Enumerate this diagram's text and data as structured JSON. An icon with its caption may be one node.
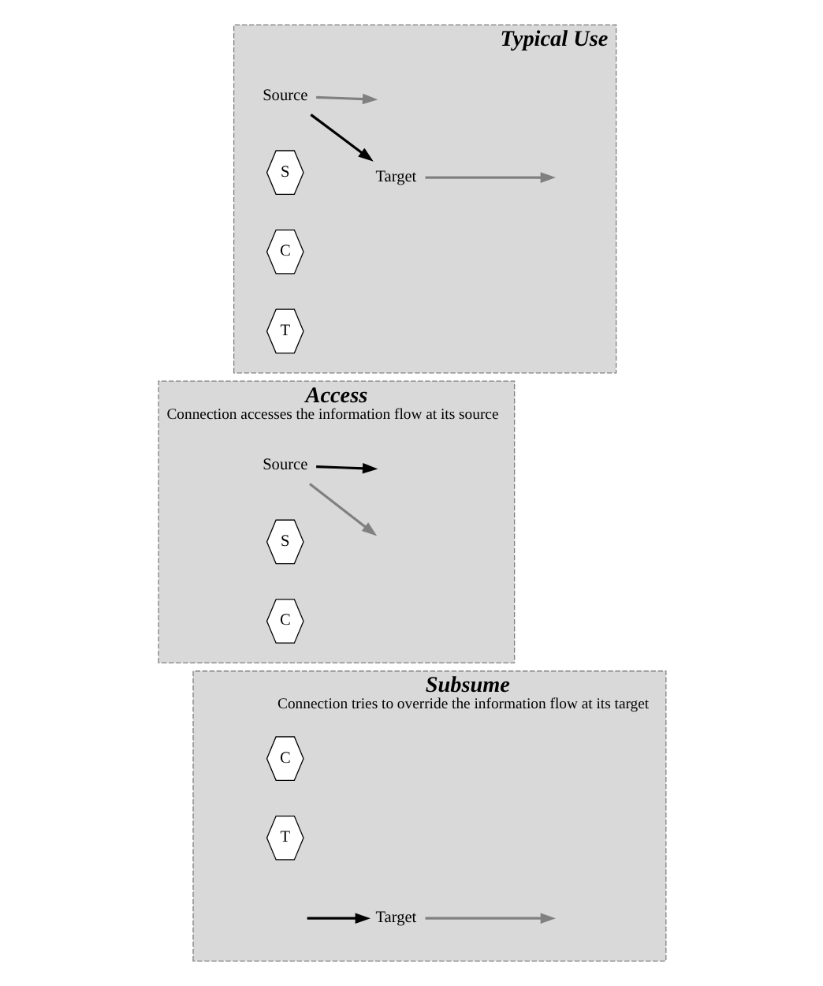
{
  "diagram": {
    "nodes": [
      {
        "text": [
          "Typical Use"
        ]
      },
      {
        "text": [
          "Source"
        ],
        "in": 0
      },
      {
        "text": [
          "S"
        ],
        "in": 0
      },
      {
        "text": [
          "C"
        ],
        "in": 0
      },
      {
        "text": [
          "T"
        ],
        "in": 0
      },
      {
        "text": [
          "Target"
        ],
        "in": 0
      },
      {
        "text": [
          "Access",
          "Connection accesses the information flow at its source"
        ]
      },
      {
        "text": [
          "Source"
        ],
        "in": 6
      },
      {
        "text": [
          "S"
        ],
        "in": 6
      },
      {
        "text": [
          "C"
        ],
        "in": 6
      },
      {
        "text": [
          "Subsume",
          "Connection tries to override the information flow at its target"
        ]
      },
      {
        "text": [
          "C"
        ],
        "in": 10
      },
      {
        "text": [
          "T"
        ],
        "in": 10
      },
      {
        "text": [
          "Target"
        ],
        "in": 10
      }
    ],
    "edges": [
      {
        "from": 1,
        "to": null,
        "arrow": "to",
        "color": "#808080"
      },
      {
        "from": 5,
        "to": null,
        "arrow": "to",
        "color": "#808080"
      },
      {
        "from": 1,
        "to": 5,
        "arrow": "to",
        "color": "#000000"
      },
      {
        "from": 7,
        "to": null,
        "arrow": "to",
        "color": "#808080"
      },
      {
        "from": 7,
        "to": null,
        "arrow": "to",
        "color": "#000000"
      },
      {
        "from": 13,
        "to": null,
        "arrow": "to",
        "color": "#808080"
      },
      {
        "from": null,
        "to": 13,
        "arrow": "to",
        "color": "#000000"
      }
    ]
  }
}
